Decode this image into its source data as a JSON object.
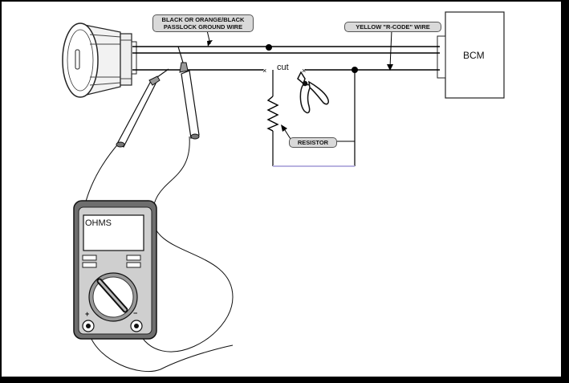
{
  "labels": {
    "ground_wire_line1": "BLACK OR ORANGE/BLACK",
    "ground_wire_line2": "PASSLOCK GROUND WIRE",
    "r_code_wire": "YELLOW \"R-CODE\" WIRE",
    "bcm": "BCM",
    "cut": "cut",
    "resistor": "RESISTOR",
    "meter_display": "OHMS",
    "plus": "+",
    "minus": "−"
  },
  "colors": {
    "background_frame": "#000000",
    "paper": "#ffffff",
    "wire": "#000000",
    "jumper_wire": "#b8b2e0",
    "callout_fill": "#d9d9d9",
    "meter_body": "#6e6e6e",
    "meter_face": "#cfcfcf"
  },
  "icons": {
    "connector": "passlock-connector-icon",
    "cutters": "wire-cutter-icon",
    "meter": "multimeter-icon",
    "resistor": "resistor-icon"
  }
}
